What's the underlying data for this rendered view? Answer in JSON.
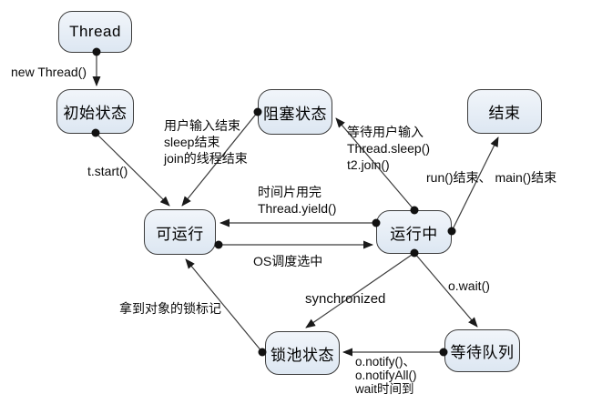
{
  "nodes": [
    {
      "id": "thread",
      "label": "Thread"
    },
    {
      "id": "initial",
      "label": "初始状态"
    },
    {
      "id": "blocked",
      "label": "阻塞状态"
    },
    {
      "id": "end",
      "label": "结束"
    },
    {
      "id": "runnable",
      "label": "可运行"
    },
    {
      "id": "running",
      "label": "运行中"
    },
    {
      "id": "lock-pool",
      "label": "锁池状态"
    },
    {
      "id": "wait-queue",
      "label": "等待队列"
    }
  ],
  "edges": [
    {
      "id": "new-thread",
      "from": "Thread",
      "to": "初始状态",
      "label_lines": [
        "new Thread()"
      ]
    },
    {
      "id": "t-start",
      "from": "初始状态",
      "to": "可运行",
      "label_lines": [
        "t.start()"
      ]
    },
    {
      "id": "blocked-to-runnable",
      "from": "阻塞状态",
      "to": "可运行",
      "label_lines": [
        "用户输入结束",
        "sleep结束",
        "join的线程结束"
      ]
    },
    {
      "id": "running-to-blocked",
      "from": "运行中",
      "to": "阻塞状态",
      "label_lines": [
        "等待用户输入",
        "Thread.sleep()",
        "t2.join()"
      ]
    },
    {
      "id": "running-to-end",
      "from": "运行中",
      "to": "结束",
      "label_lines": [
        "run()结束、 main()结束"
      ]
    },
    {
      "id": "yield",
      "from": "运行中",
      "to": "可运行",
      "label_lines": [
        "时间片用完",
        "Thread.yield()"
      ]
    },
    {
      "id": "os-schedule",
      "from": "可运行",
      "to": "运行中",
      "label_lines": [
        "OS调度选中"
      ]
    },
    {
      "id": "synchronized",
      "from": "运行中",
      "to": "锁池状态",
      "label_lines": [
        "synchronized"
      ]
    },
    {
      "id": "o-wait",
      "from": "运行中",
      "to": "等待队列",
      "label_lines": [
        "o.wait()"
      ]
    },
    {
      "id": "notify",
      "from": "等待队列",
      "to": "锁池状态",
      "label_lines": [
        "o.notify()、",
        "o.notifyAll()",
        "wait时间到"
      ]
    },
    {
      "id": "get-lock",
      "from": "锁池状态",
      "to": "可运行",
      "label_lines": [
        "拿到对象的锁标记"
      ]
    }
  ],
  "colors": {
    "node_fill_top": "#f1f5fa",
    "node_fill_bottom": "#dde7f2",
    "node_border": "#3c3c3c",
    "connector": "#3c3c3c",
    "arrowhead": "#1a1a1a",
    "background": "#ffffff",
    "text": "#000000"
  }
}
